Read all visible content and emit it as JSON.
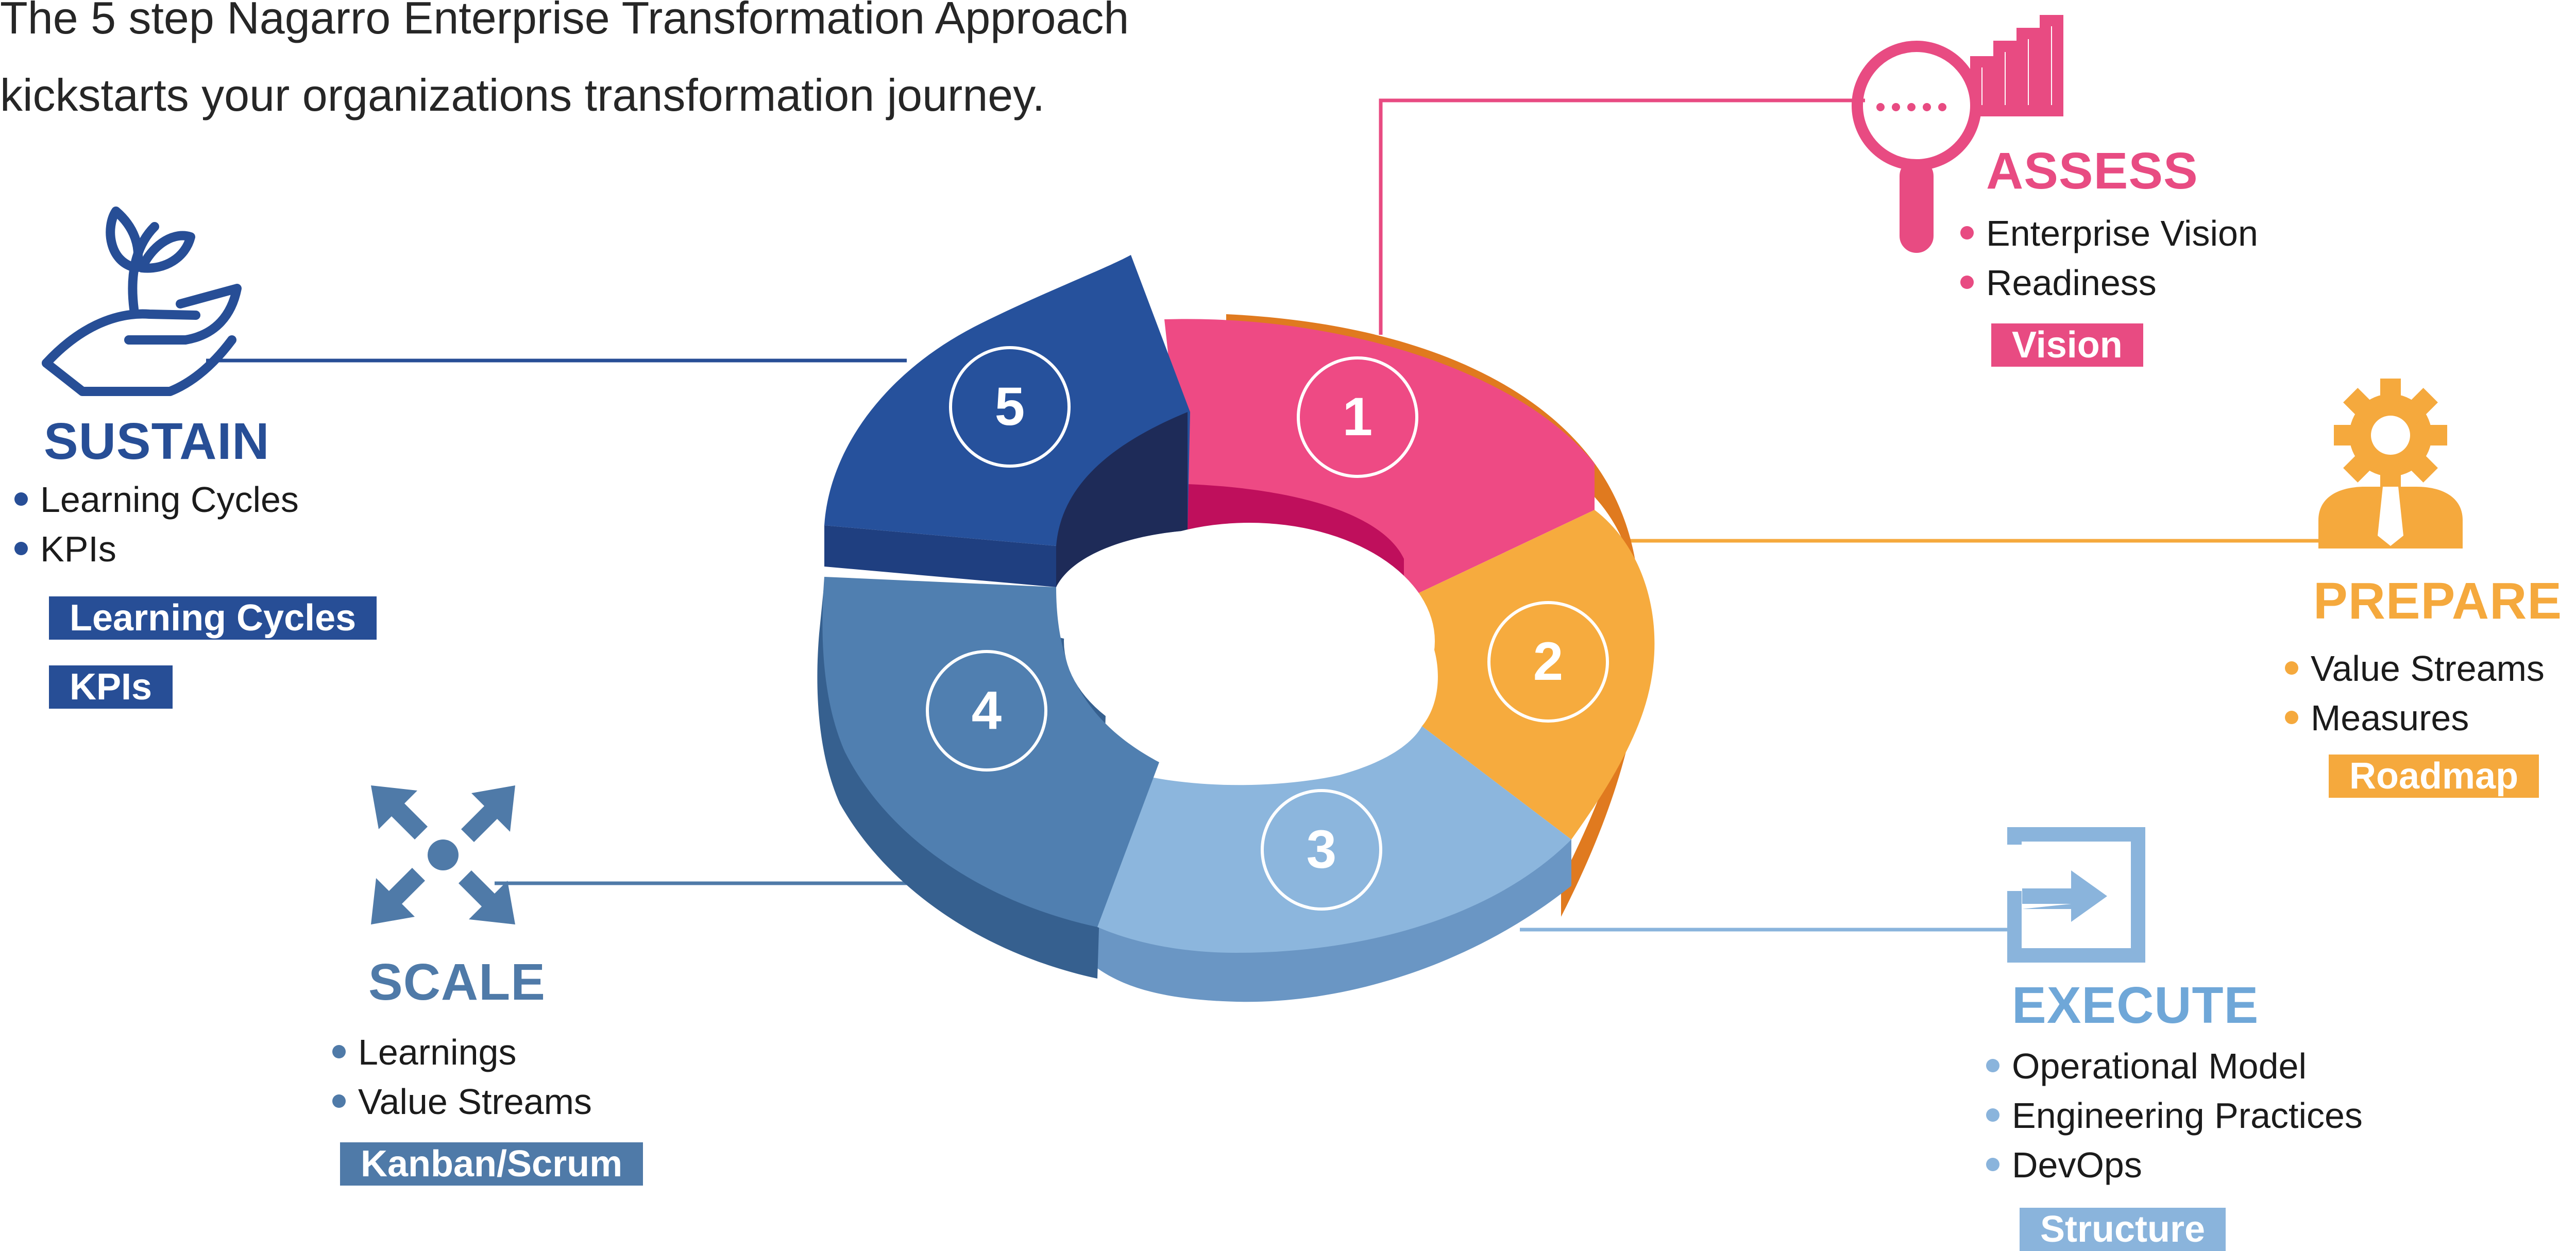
{
  "intro": {
    "line1": "The 5 step Nagarro Enterprise Transformation Approach",
    "line2": "kickstarts your organizations transformation journey."
  },
  "colors": {
    "assess": "#e84b82",
    "prepare": "#f5a93d",
    "execute": "#8ab4dc",
    "scale": "#4f7aa8",
    "sustain": "#274e96"
  },
  "ring_numbers": [
    "1",
    "2",
    "3",
    "4",
    "5"
  ],
  "steps": {
    "assess": {
      "title": "ASSESS",
      "bullets": [
        "Enterprise Vision",
        "Readiness"
      ],
      "tags": [
        "Vision"
      ],
      "icon": "magnifier-chart-icon"
    },
    "prepare": {
      "title": "PREPARE",
      "bullets": [
        "Value Streams",
        "Measures"
      ],
      "tags": [
        "Roadmap"
      ],
      "icon": "gear-person-icon"
    },
    "execute": {
      "title": "EXECUTE",
      "bullets": [
        "Operational Model",
        "Engineering Practices",
        "DevOps"
      ],
      "tags": [
        "Structure"
      ],
      "icon": "enter-arrow-icon"
    },
    "scale": {
      "title": "SCALE",
      "bullets": [
        "Learnings",
        "Value Streams"
      ],
      "tags": [
        "Kanban/Scrum"
      ],
      "icon": "expand-arrows-icon"
    },
    "sustain": {
      "title": "SUSTAIN",
      "bullets": [
        "Learning Cycles",
        "KPIs"
      ],
      "tags": [
        "Learning Cycles",
        "KPIs"
      ],
      "icon": "hand-plant-icon"
    }
  }
}
